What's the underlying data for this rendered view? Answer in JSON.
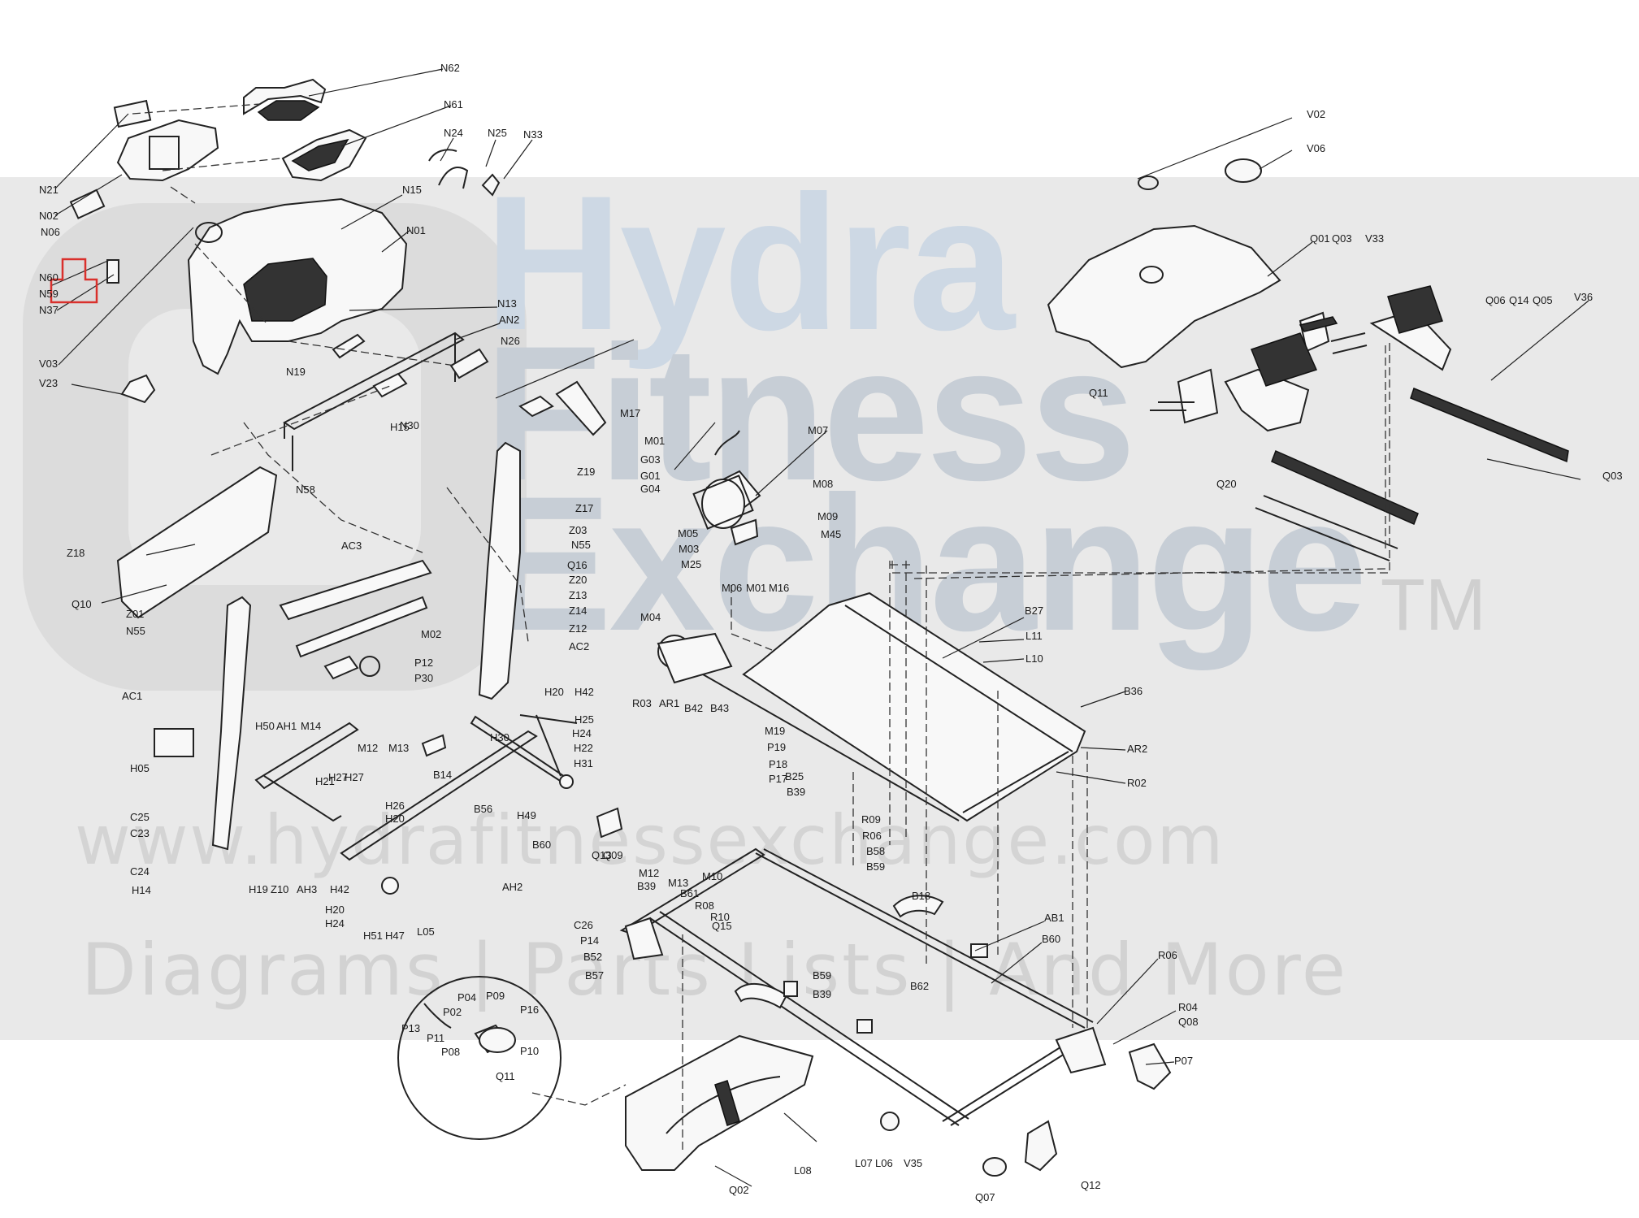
{
  "watermark": {
    "brand_lines": [
      "Hydra",
      "Fitness",
      "Exchange"
    ],
    "trademark": "TM",
    "url": "www.hydrafitnessexchange.com",
    "tagline": "Diagrams | Parts Lists | And More",
    "band_color": "#e9e9e9",
    "brand_color": "#c7ced6"
  },
  "highlight_arrow": {
    "color": "#d9302c",
    "points_to": "N06"
  },
  "callouts": [
    "N62",
    "N61",
    "N21",
    "N02",
    "N06",
    "N60",
    "N59",
    "N37",
    "V03",
    "V23",
    "N24",
    "N25",
    "N33",
    "N15",
    "N01",
    "N13",
    "AN2",
    "N26",
    "N19",
    "N30",
    "H15",
    "Z18",
    "Q10",
    "N58",
    "Z19",
    "G03",
    "G01",
    "G04",
    "Z17",
    "Z03",
    "N55",
    "AC3",
    "Q16",
    "Z20",
    "Z13",
    "Z14",
    "Z12",
    "AC2",
    "Z01",
    "N55",
    "M17",
    "M01",
    "M07",
    "M08",
    "M09",
    "M45",
    "M05",
    "M03",
    "M25",
    "M06",
    "M01",
    "M16",
    "V02",
    "V06",
    "Q01",
    "Q03",
    "V33",
    "Q06",
    "Q14",
    "Q05",
    "V36",
    "Q11",
    "Q20",
    "Q03",
    "B27",
    "L11",
    "L10",
    "B36",
    "AR2",
    "R02",
    "M04",
    "R03",
    "AR1",
    "B42",
    "B43",
    "M02",
    "P12",
    "P30",
    "AC1",
    "H05",
    "H50",
    "AH1",
    "M14",
    "M12",
    "M13",
    "H20",
    "H42",
    "H25",
    "H24",
    "H22",
    "H31",
    "H30",
    "B14",
    "B56",
    "H49",
    "B60",
    "H21",
    "H27",
    "H27",
    "H26",
    "H20",
    "C25",
    "C23",
    "C24",
    "H14",
    "H19",
    "Z10",
    "AH3",
    "H42",
    "H20",
    "H24",
    "H51",
    "H47",
    "L05",
    "AH2",
    "M19",
    "P19",
    "P18",
    "P17",
    "B25",
    "B39",
    "M10",
    "R09",
    "R06",
    "B58",
    "B59",
    "B18",
    "Q13",
    "Q09",
    "M12",
    "M13",
    "B39",
    "B61",
    "R08",
    "R10",
    "Q15",
    "C26",
    "P14",
    "B52",
    "B57",
    "B59",
    "B39",
    "B62",
    "AB1",
    "B60",
    "R06",
    "R04",
    "Q08",
    "P07",
    "P13",
    "P02",
    "P04",
    "P09",
    "P16",
    "P11",
    "P08",
    "P10",
    "Q11",
    "Q02",
    "L08",
    "L07",
    "L06",
    "V35",
    "Q07",
    "Q12"
  ]
}
